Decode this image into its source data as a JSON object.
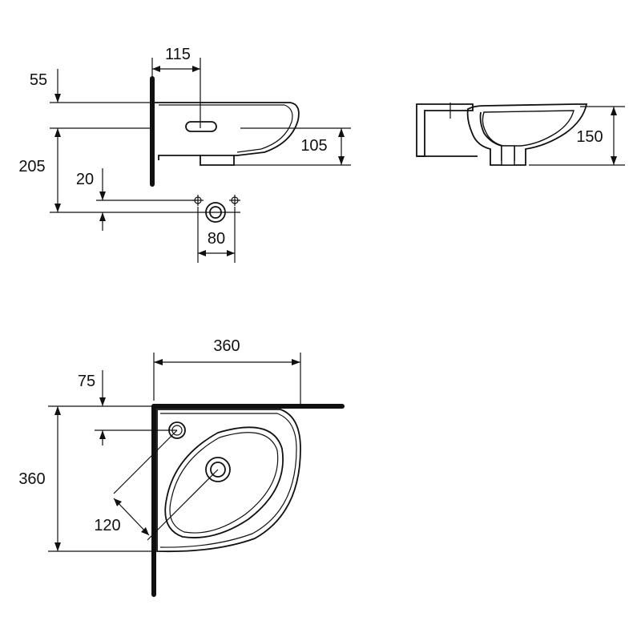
{
  "diagram": {
    "dims": {
      "side_tap_offset": "115",
      "side_top_rim": "55",
      "side_height": "205",
      "side_bowl_depth": "105",
      "side_waste_offset": "20",
      "waste_spacing": "80",
      "section_depth": "150",
      "plan_width": "360",
      "plan_depth": "360",
      "plan_tap_offset": "75",
      "plan_diagonal": "120"
    }
  }
}
